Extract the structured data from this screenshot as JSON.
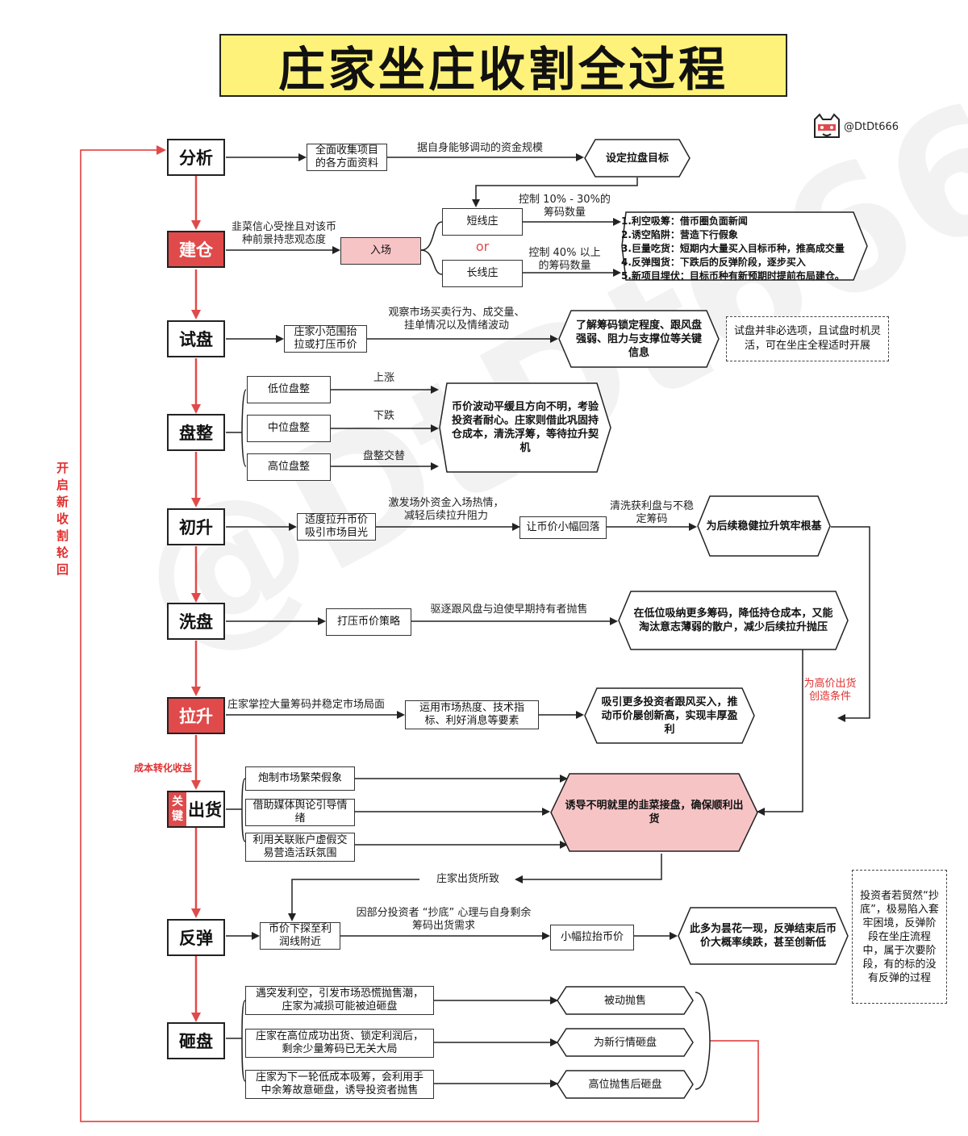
{
  "title": "庄家坐庄收割全过程",
  "author": "@DtDt666",
  "watermark": "@DtDt666",
  "loop_label": "开启新收割轮回",
  "stages": {
    "analysis": "分析",
    "build": "建仓",
    "test": "试盘",
    "consolidate": "盘整",
    "initial_rise": "初升",
    "wash": "洗盘",
    "pull_up": "拉升",
    "sell_key": "关键",
    "sell": "出货",
    "rebound": "反弹",
    "smash": "砸盘"
  },
  "analysis": {
    "collect": "全面收集项目的各方面资料",
    "funds_label": "据自身能够调动的资金规模",
    "target": "设定拉盘目标"
  },
  "build": {
    "sentiment_label": "韭菜信心受挫且对该币种前景持悲观态度",
    "enter": "入场",
    "short": "短线庄",
    "or": "or",
    "long": "长线庄",
    "short_control": "控制 10% - 30%的筹码数量",
    "long_control": "控制 40% 以上的筹码数量",
    "methods": [
      "1.利空吸筹：借币圈负面新闻",
      "2.诱空陷阱：营造下行假象",
      "3.巨量吃货：短期内大量买入目标币种，推高成交量",
      "4.反弹囤货：下跌后的反弹阶段，逐步买入",
      "5.新项目埋伏：目标币种有新预期时提前布局建仓。"
    ]
  },
  "test": {
    "action": "庄家小范围抬拉或打压币价",
    "observe_label": "观察市场买卖行为、成交量、挂单情况以及情绪波动",
    "result": "了解筹码锁定程度、跟风盘强弱、阻力与支撑位等关键信息",
    "note": "试盘并非必选项，且试盘时机灵活，可在坐庄全程适时开展"
  },
  "consolidate": {
    "low": "低位盘整",
    "mid": "中位盘整",
    "high": "高位盘整",
    "up": "上涨",
    "down": "下跌",
    "alt": "盘整交替",
    "result": "币价波动平缓且方向不明，考验投资者耐心。庄家则借此巩固持仓成本，清洗浮筹，等待拉升契机"
  },
  "initial_rise": {
    "action": "适度拉升币价吸引市场目光",
    "stimulate_label": "激发场外资金入场热情，减轻后续拉升阻力",
    "pullback": "让币价小幅回落",
    "clean_label": "清洗获利盘与不稳定筹码",
    "result": "为后续稳健拉升筑牢根基"
  },
  "wash": {
    "action": "打压币价策略",
    "drive_label": "驱逐跟风盘与迫使早期持有者抛售",
    "result": "在低位吸纳更多筹码，降低持仓成本，又能淘汰意志薄弱的散户，减少后续拉升抛压",
    "sell_cond": "为高价出货创造条件"
  },
  "pull_up": {
    "control_label": "庄家掌控大量筹码并稳定市场局面",
    "action": "运用市场热度、技术指标、利好消息等要素",
    "result": "吸引更多投资者跟风买入，推动币价屡创新高，实现丰厚盈利"
  },
  "sell": {
    "cost_label": "成本转化收益",
    "m1": "炮制市场繁荣假象",
    "m2": "借助媒体舆论引导情绪",
    "m3": "利用关联账户虚假交易营造活跃氛围",
    "result": "诱导不明就里的韭菜接盘，确保顺利出货",
    "after_label": "庄家出货所致"
  },
  "rebound": {
    "action": "币价下探至利润线附近",
    "reason_label": "因部分投资者 “抄底” 心理与自身剩余筹码出货需求",
    "pull": "小幅拉抬币价",
    "result": "此多为昙花一现，反弹结束后币价大概率续跌，甚至创新低",
    "note": "投资者若贸然“抄底”，极易陷入套牢困境，反弹阶段在坐庄流程中，属于次要阶段，有的标的没有反弹的过程"
  },
  "smash": {
    "c1": "遇突发利空，引发市场恐慌抛售潮，庄家为减损可能被迫砸盘",
    "c2": "庄家在高位成功出货、锁定利润后，剩余少量筹码已无关大局",
    "c3": "庄家为下一轮低成本吸筹，会利用手中余筹故意砸盘，诱导投资者抛售",
    "r1": "被动抛售",
    "r2": "为新行情砸盘",
    "r3": "高位抛售后砸盘"
  },
  "colors": {
    "accent_red": "#e04a4a",
    "title_yellow": "#fff27a",
    "pink": "#f7c4c6",
    "loop_red": "#e03030"
  }
}
